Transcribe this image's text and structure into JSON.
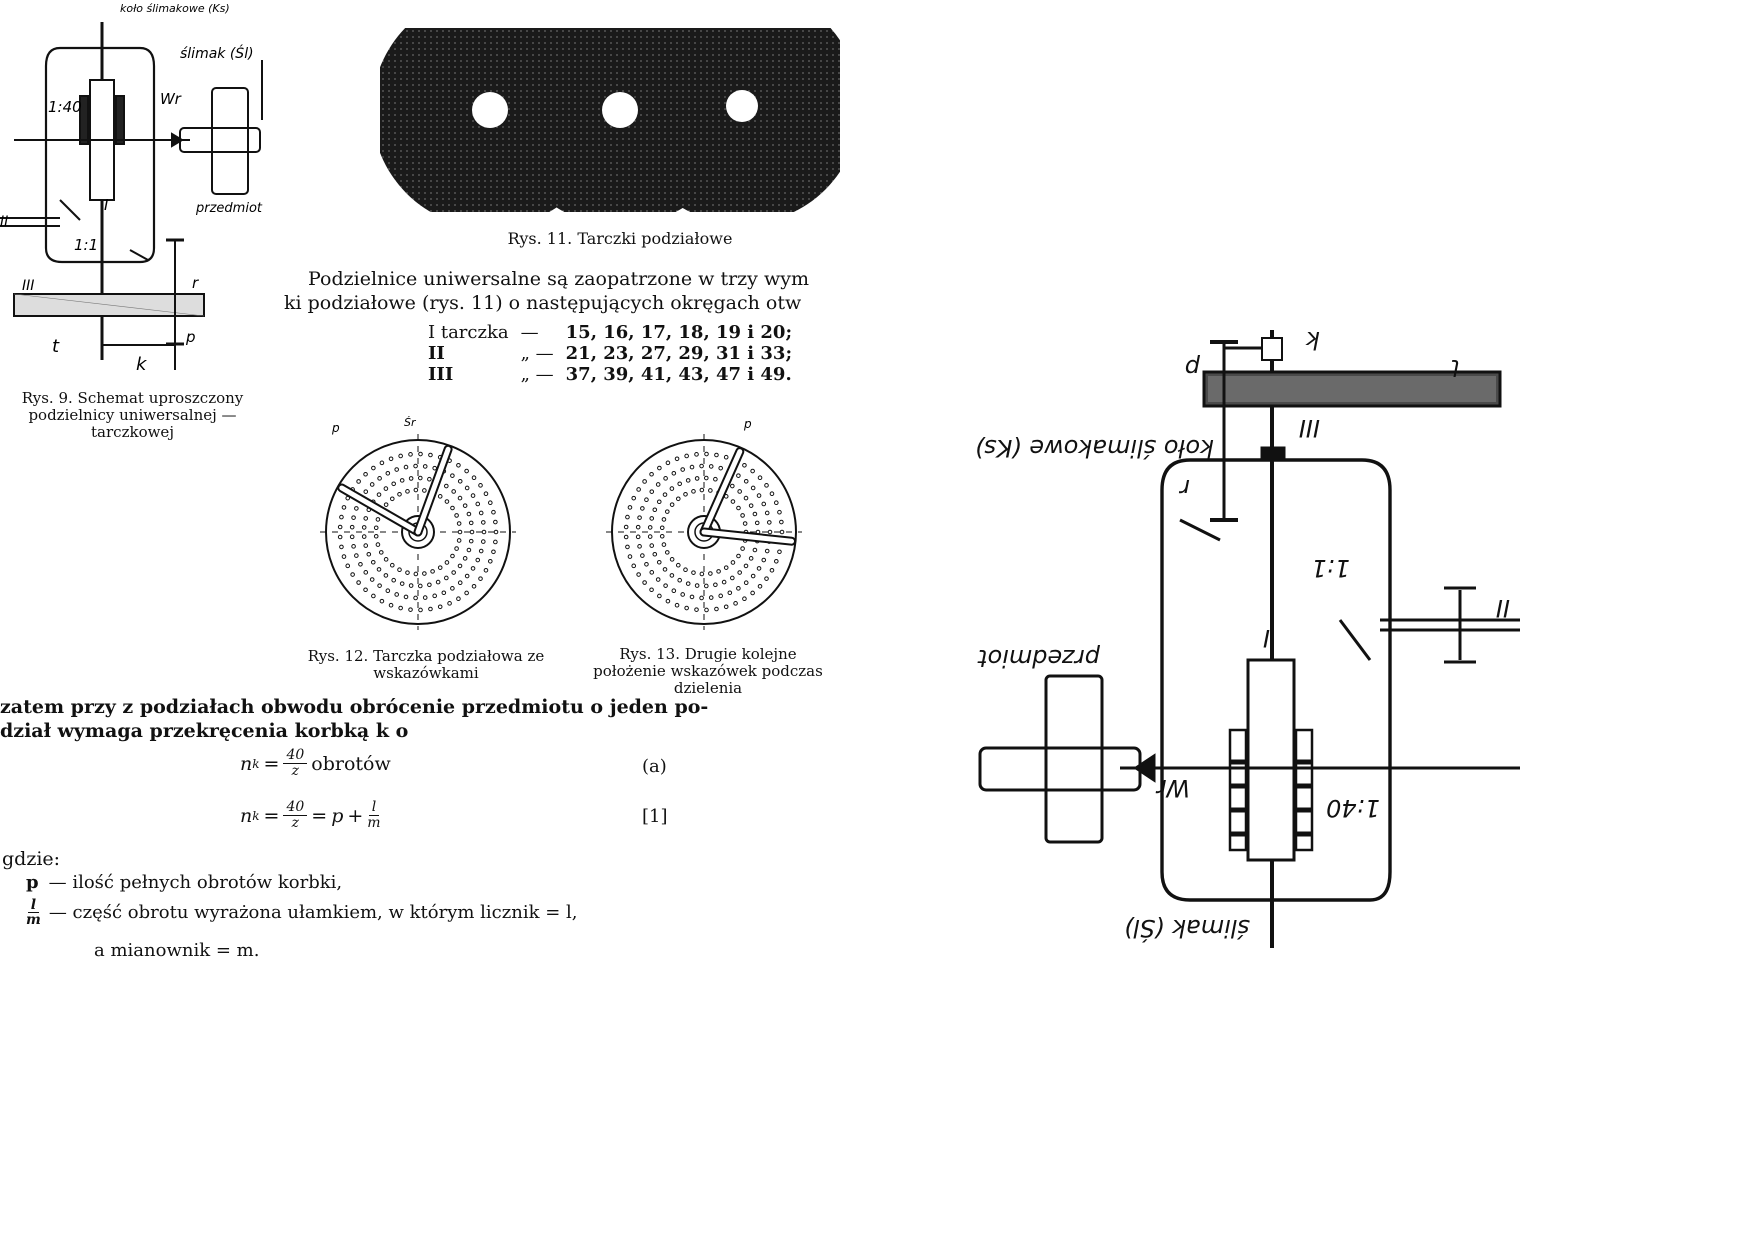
{
  "fig9": {
    "labels": {
      "kolo": "koło ślimakowe (Ks)",
      "slimak": "ślimak (Śl)",
      "ratio_140": "1:40",
      "wr": "Wr",
      "przedmiot": "przedmiot",
      "shaft_I": "I",
      "shaft_II": "II",
      "ratio_11": "1:1",
      "III": "III",
      "r": "r",
      "p": "p",
      "t": "t",
      "k": "k"
    },
    "caption": "Rys. 9. Schemat uproszczony podzielnicy uniwersalnej — tarczkowej"
  },
  "fig11": {
    "caption": "Rys. 11. Tarczki podziałowe"
  },
  "intro": {
    "line1": "Podzielnice uniwersalne są zaopatrzone w trzy wym",
    "line2": "ki podziałowe (rys. 11) o następujących okręgach otw"
  },
  "plates": [
    {
      "name": "I tarczka",
      "dash": "—",
      "values": "15, 16, 17, 18, 19 i 20;"
    },
    {
      "name": "II",
      "dash": "„   —",
      "values": "21, 23, 27, 29, 31 i 33;"
    },
    {
      "name": "III",
      "dash": "„   —",
      "values": "37, 39, 41, 43, 47 i 49."
    }
  ],
  "fig12": {
    "label_p": "p",
    "label_sr": "Śr",
    "caption": "Rys. 12. Tarczka podziałowa ze wskazówkami"
  },
  "fig13": {
    "label_p": "p",
    "caption": "Rys. 13. Drugie kolejne położenie wskazówek podczas dzielenia"
  },
  "para": {
    "line1": "zatem przy z podziałach obwodu obrócenie przedmiotu o jeden po-",
    "line2": "dział wymaga przekręcenia korbką k o"
  },
  "formulas": {
    "a_lhs": "n",
    "a_sub": "k",
    "a_num": "40",
    "a_den": "z",
    "a_unit": "obrotów",
    "a_tag": "(a)",
    "b_num": "40",
    "b_den": "z",
    "b_p": "p",
    "b_l": "l",
    "b_m": "m",
    "b_tag": "[1]"
  },
  "where": {
    "gdzie": "gdzie:",
    "p_sym": "p",
    "p_desc": "— ilość pełnych obrotów korbki,",
    "lm_num": "l",
    "lm_den": "m",
    "lm_desc": "— część obrotu wyrażona ułamkiem, w którym licznik = l,",
    "lm_desc2": "a mianownik = m."
  },
  "fig_large": {
    "labels": {
      "kolo": "koło ślimakowe (Ks)",
      "slimak": "ślimak (Śl)",
      "ratio_140": "1:40",
      "wr": "Wr",
      "przedmiot": "przedmiot",
      "shaft_I": "I",
      "shaft_II": "II",
      "ratio_11": "1:1",
      "III": "III",
      "r": "r",
      "p": "p",
      "t": "t",
      "k": "k"
    }
  }
}
